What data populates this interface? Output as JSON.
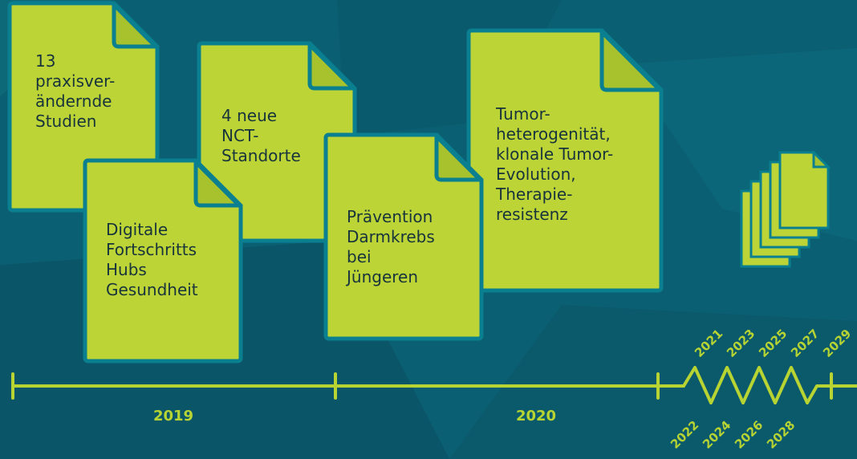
{
  "colors": {
    "background": "#0b5f72",
    "background_dark": "#0a5466",
    "background_light": "#0d6c80",
    "document_fill": "#bdd436",
    "document_border": "#0a7f8f",
    "document_fold": "#a7c22c",
    "text": "#17333c",
    "timeline": "#b7d433"
  },
  "documents": [
    {
      "id": "studies",
      "text": "13\npraxisver-\nändernde\nStudien"
    },
    {
      "id": "nct",
      "text": "4 neue\nNCT-\nStandorte"
    },
    {
      "id": "digital",
      "text": "Digitale\nFortschritts\nHubs\nGesundheit"
    },
    {
      "id": "tumor",
      "text": "Tumor-\nheterogenität,\nklonale Tumor-\nEvolution,\nTherapie-\nresistenz"
    },
    {
      "id": "prevention",
      "text": "Prävention\nDarmkrebs\nbei\nJüngeren"
    }
  ],
  "timeline": {
    "main_years": [
      "2019",
      "2020"
    ],
    "upper_years": [
      "2021",
      "2023",
      "2025",
      "2027",
      "2029"
    ],
    "lower_years": [
      "2022",
      "2024",
      "2026",
      "2028"
    ]
  },
  "stack_icon": {
    "name": "document-stack-icon",
    "count": 5
  }
}
